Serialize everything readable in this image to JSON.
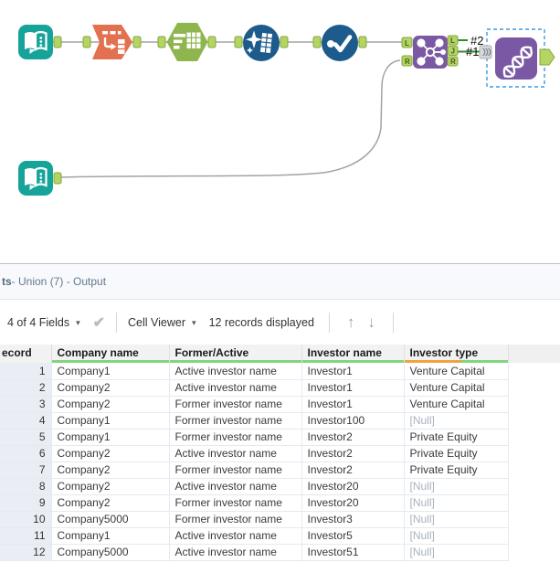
{
  "canvas": {
    "tools": [
      {
        "name": "input-data-1",
        "icon": "open-book-icon"
      },
      {
        "name": "arrow-transform-tool",
        "icon": "table-arrow-icon"
      },
      {
        "name": "summarize-tool",
        "icon": "bars-table-icon"
      },
      {
        "name": "data-cleansing-tool",
        "icon": "sparkle-table-icon"
      },
      {
        "name": "unique-tool",
        "icon": "dot-check-icon"
      },
      {
        "name": "join-tool",
        "icon": "linked-circles-icon"
      },
      {
        "name": "macro-tool",
        "icon": "dna-icon",
        "selected": true
      },
      {
        "name": "input-data-2",
        "icon": "open-book-icon"
      }
    ],
    "labels": {
      "conn1": "#1",
      "conn2": "#2",
      "join_in": [
        "L",
        "R"
      ],
      "join_out": [
        "L",
        "J",
        "R"
      ]
    },
    "colors": {
      "teal": "#16a39a",
      "orange": "#e3704f",
      "olive": "#8fb64e",
      "blue": "#1d5b8c",
      "purple": "#7a58a3",
      "anchor_green": "#b5d563",
      "wire_gray": "#a3a3a3",
      "wire_green": "#2f8b2f",
      "selection_blue": "#3f9ae0"
    }
  },
  "results": {
    "header": {
      "title_bold": "ts",
      "title_rest": " - Union (7) - Output"
    },
    "toolbar": {
      "fields": "4 of 4 Fields",
      "cell_viewer": "Cell Viewer",
      "records": "12 records displayed",
      "icons": {
        "caret": "▾",
        "check": "✔",
        "up": "↑",
        "down": "↓"
      }
    },
    "table": {
      "columns": [
        {
          "label": "ecord",
          "bar": "none"
        },
        {
          "label": "Company name",
          "bar": "green"
        },
        {
          "label": "Former/Active",
          "bar": "green"
        },
        {
          "label": "Investor name",
          "bar": "green"
        },
        {
          "label": "Investor type",
          "bar": "split"
        }
      ],
      "null_text": "[Null]",
      "rows": [
        [
          1,
          "Company1",
          "Active investor name",
          "Investor1",
          "Venture Capital"
        ],
        [
          2,
          "Company2",
          "Active investor name",
          "Investor1",
          "Venture Capital"
        ],
        [
          3,
          "Company2",
          "Former investor name",
          "Investor1",
          "Venture Capital"
        ],
        [
          4,
          "Company1",
          "Former investor name",
          "Investor100",
          "[Null]"
        ],
        [
          5,
          "Company1",
          "Former investor name",
          "Investor2",
          "Private Equity"
        ],
        [
          6,
          "Company2",
          "Active investor name",
          "Investor2",
          "Private Equity"
        ],
        [
          7,
          "Company2",
          "Former investor name",
          "Investor2",
          "Private Equity"
        ],
        [
          8,
          "Company2",
          "Active investor name",
          "Investor20",
          "[Null]"
        ],
        [
          9,
          "Company2",
          "Former investor name",
          "Investor20",
          "[Null]"
        ],
        [
          10,
          "Company5000",
          "Former investor name",
          "Investor3",
          "[Null]"
        ],
        [
          11,
          "Company1",
          "Active investor name",
          "Investor5",
          "[Null]"
        ],
        [
          12,
          "Company5000",
          "Active investor name",
          "Investor51",
          "[Null]"
        ]
      ]
    }
  }
}
